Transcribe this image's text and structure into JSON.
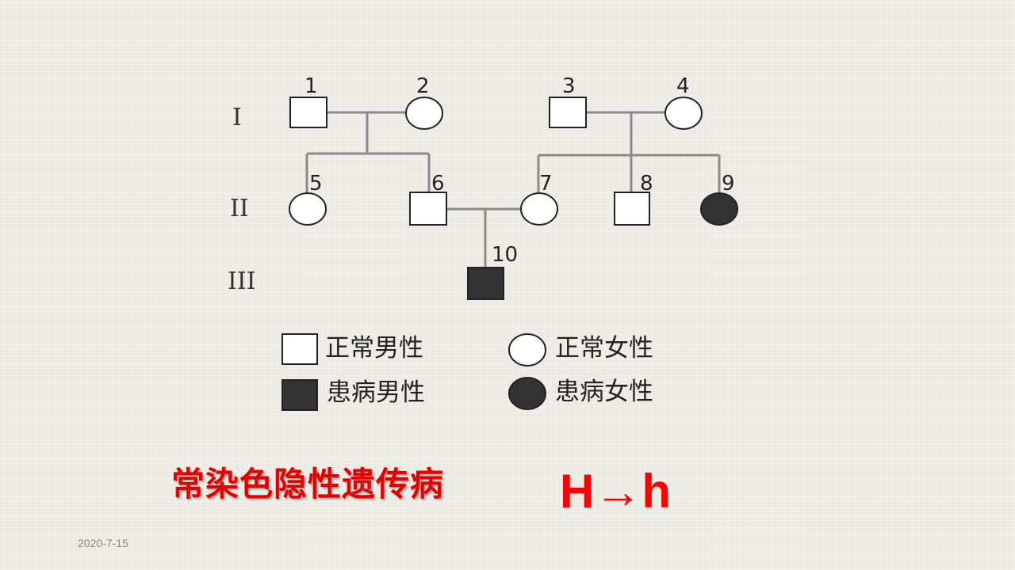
{
  "pedigree": {
    "generations": [
      "I",
      "II",
      "III"
    ],
    "individuals": [
      {
        "id": "1",
        "sex": "male",
        "affected": false
      },
      {
        "id": "2",
        "sex": "female",
        "affected": false
      },
      {
        "id": "3",
        "sex": "male",
        "affected": false
      },
      {
        "id": "4",
        "sex": "female",
        "affected": false
      },
      {
        "id": "5",
        "sex": "female",
        "affected": false
      },
      {
        "id": "6",
        "sex": "male",
        "affected": false
      },
      {
        "id": "7",
        "sex": "female",
        "affected": false
      },
      {
        "id": "8",
        "sex": "male",
        "affected": false
      },
      {
        "id": "9",
        "sex": "female",
        "affected": true
      },
      {
        "id": "10",
        "sex": "male",
        "affected": true
      }
    ],
    "legend": {
      "normal_male": "正常男性",
      "normal_female": "正常女性",
      "affected_male": "患病男性",
      "affected_female": "患病女性"
    }
  },
  "caption": "常染色隐性遗传病",
  "allele": "H→h",
  "date": "2020-7-15",
  "colors": {
    "caption": "#e60000",
    "affected_fill": "#333333",
    "line": "#8a8a8a"
  }
}
